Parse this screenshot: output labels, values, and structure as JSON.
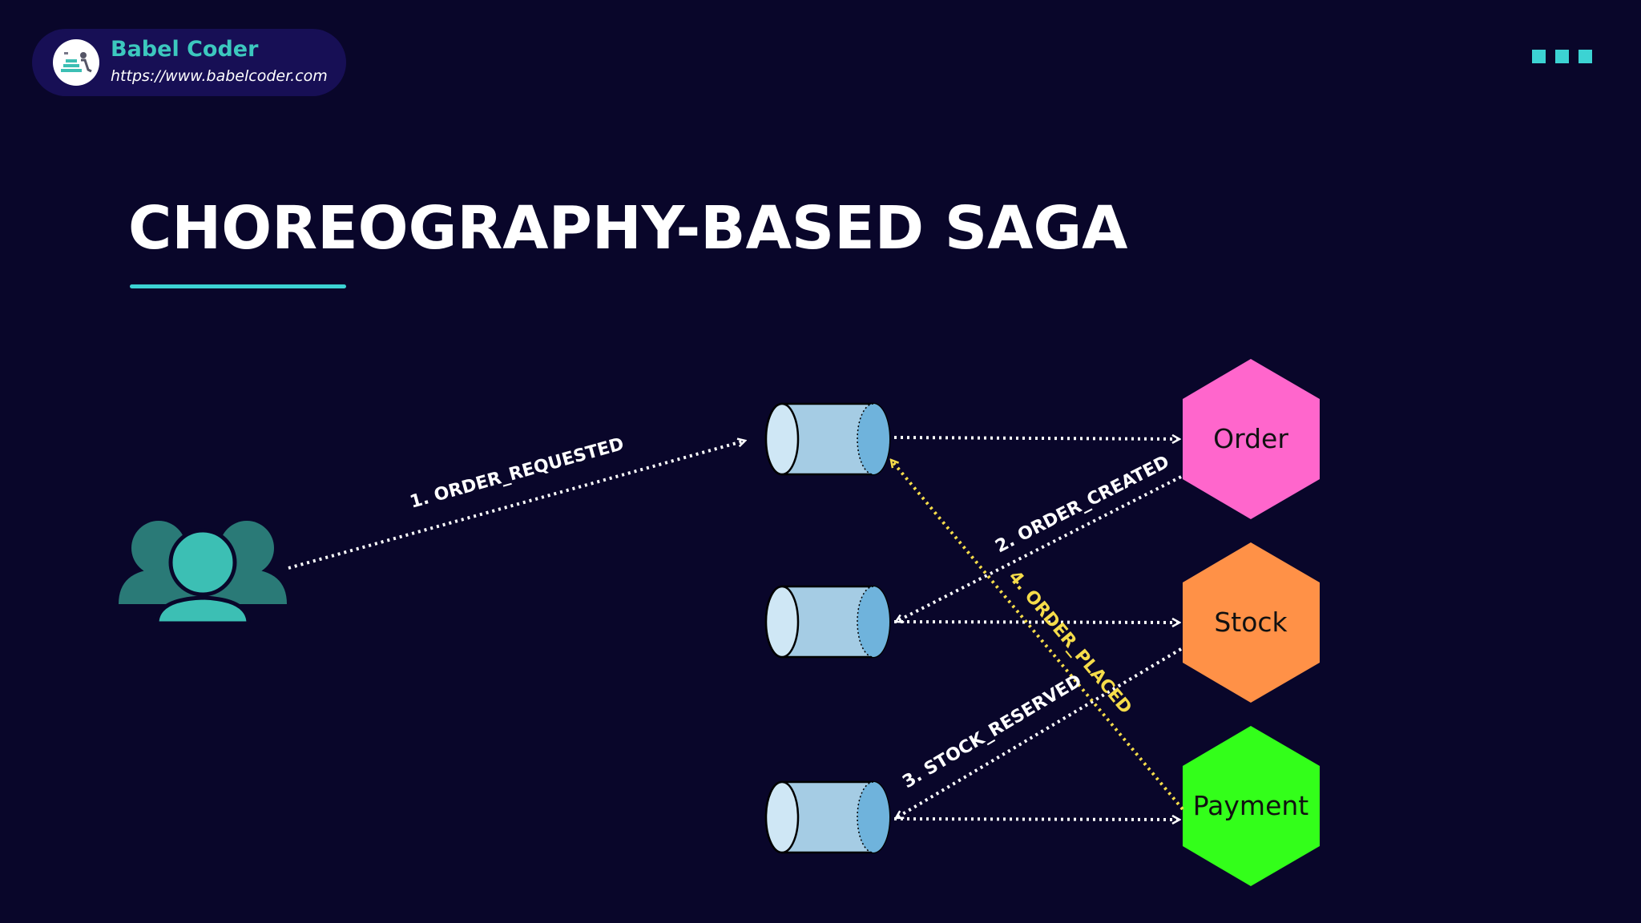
{
  "brand": {
    "name": "Babel Coder",
    "url": "https://www.babelcoder.com"
  },
  "title": "CHOREOGRAPHY-BASED SAGA",
  "diagram": {
    "actor": {
      "icon": "users-group-icon",
      "color": "#3cbfb4"
    },
    "queue_color": "#a5cce4",
    "services": [
      {
        "label": "Order",
        "color": "#ff66cc"
      },
      {
        "label": "Stock",
        "color": "#ff9147"
      },
      {
        "label": "Payment",
        "color": "#33ff1a"
      }
    ],
    "events": [
      {
        "label": "1. ORDER_REQUESTED",
        "color": "#ffffff"
      },
      {
        "label": "2. ORDER_CREATED",
        "color": "#ffffff"
      },
      {
        "label": "3. STOCK_RESERVED",
        "color": "#ffffff"
      },
      {
        "label": "4. ORDER_PLACED",
        "color": "#f5dc4a"
      }
    ]
  },
  "accent_color": "#3cd3d3"
}
